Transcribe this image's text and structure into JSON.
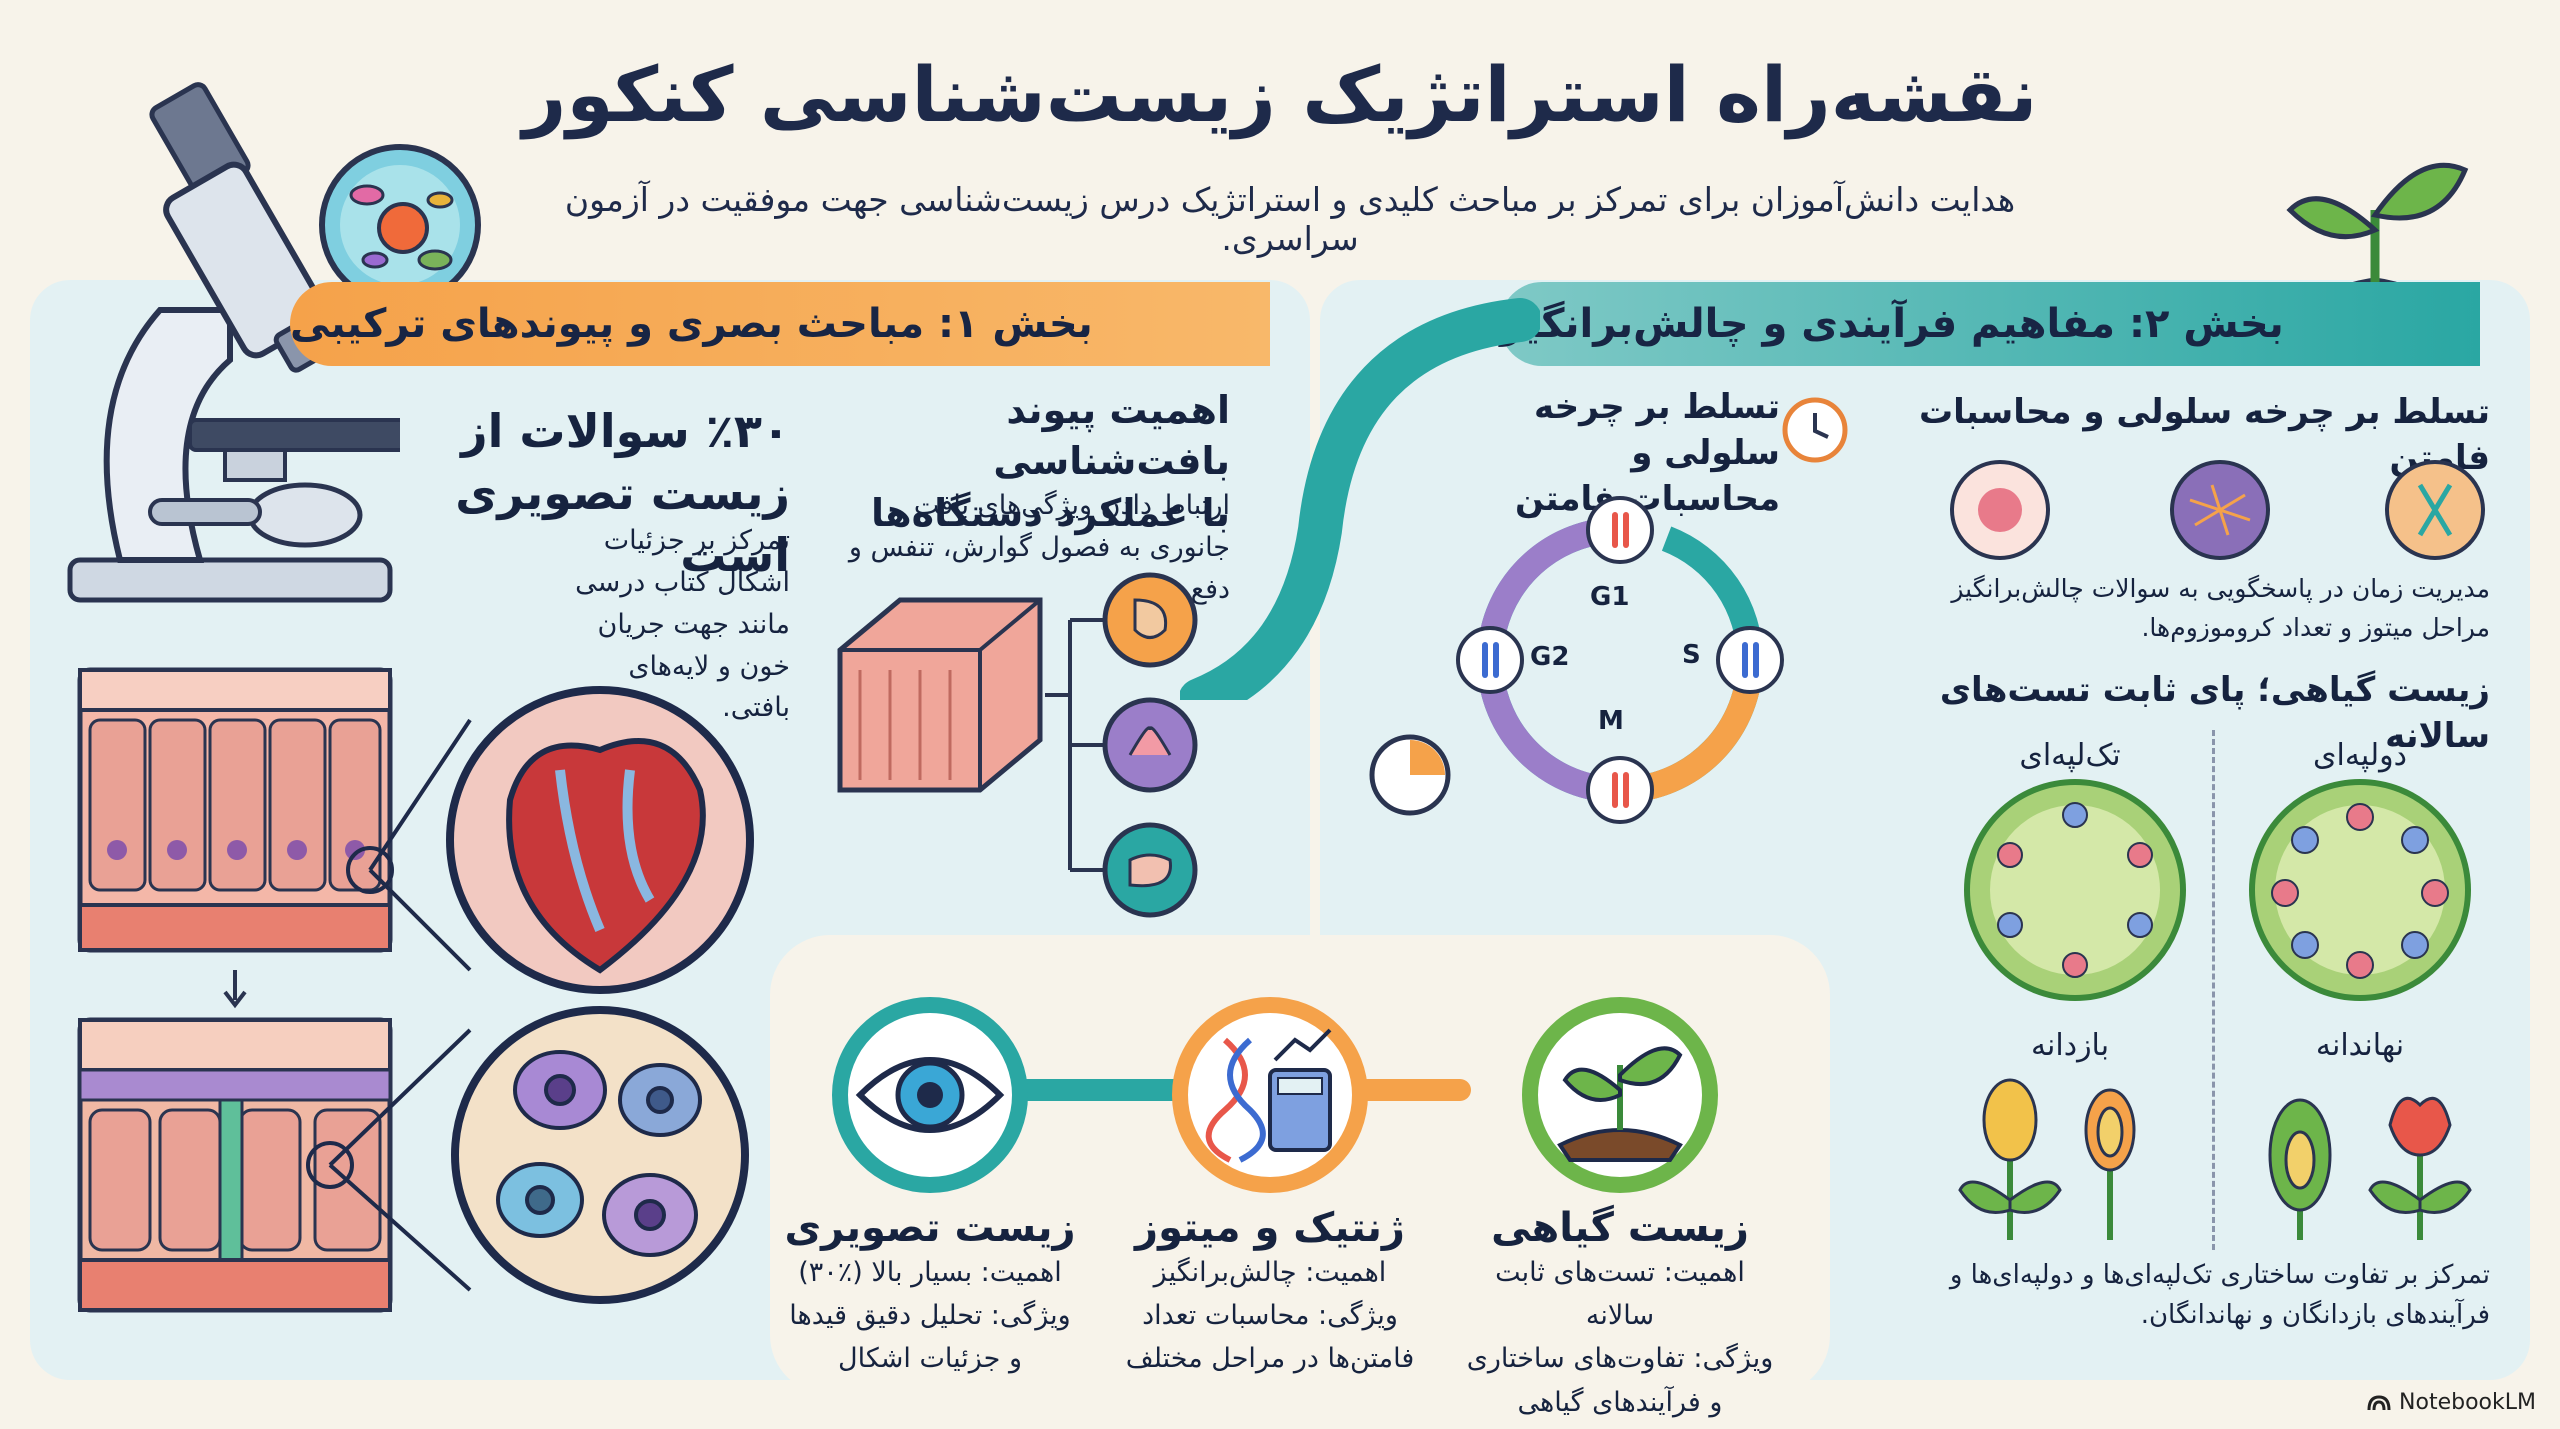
{
  "header": {
    "title": "نقشه‌راه استراتژیک زیست‌شناسی کنکور",
    "subtitle": "هدایت دانش‌آموزان برای تمرکز بر مباحث کلیدی و استراتژیک درس زیست‌شناسی جهت موفقیت در آزمون سراسری."
  },
  "section1": {
    "banner": "بخش ۱: مباحث بصری و پیوندهای ترکیبی",
    "stat_line1": "٪۳۰ سوالات از",
    "stat_line2": "زیست تصویری است",
    "stat_desc": "تمرکز بر جزئیات اشکال کتاب درسی مانند جهت جریان خون و لایه‌های بافتی.",
    "tissue_title_line1": "اهمیت پیوند بافت‌شناسی",
    "tissue_title_line2": "با عملکرد دستگاه‌ها",
    "tissue_desc": "ارتباط دادن ویژگی‌های بافت جانوری به فصول گوارش، تنفس و دفع مواد."
  },
  "section2": {
    "banner": "بخش ۲: مفاهیم فرآیندی و چالش‌برانگیز",
    "cycle_title_line1": "تسلط بر چرخه سلولی و",
    "cycle_title_line2": "محاسبات فامتن",
    "cycle_phases": {
      "g1": "G1",
      "s": "S",
      "g2": "G2",
      "m": "M"
    },
    "right_title": "تسلط بر چرخه سلولی و محاسبات فامتن",
    "right_desc": "مدیریت زمان در پاسخگویی به سوالات چالش‌برانگیز مراحل میتوز و تعداد کروموزوم‌ها.",
    "plant_title": "زیست گیاهی؛ پای ثابت تست‌های سالانه",
    "monocot": "تک‌لپه‌ای",
    "dicot": "دولپه‌ای",
    "angiosperm": "نهاندانه",
    "gymnosperm": "بازدانه",
    "plant_desc": "تمرکز بر تفاوت ساختاری تک‌لپه‌ای‌ها و دولپه‌ای‌ها و فرآیندهای بازدانگان و نهاندانگان."
  },
  "bottom": {
    "visual": {
      "title": "زیست تصویری",
      "importance": "اهمیت: بسیار بالا (٪۳۰)",
      "feature_line1": "ویژگی: تحلیل دقیق قیدها",
      "feature_line2": "و جزئیات اشکال"
    },
    "genetics": {
      "title": "ژنتیک و میتوز",
      "importance": "اهمیت: چالش‌برانگیز",
      "feature_line1": "ویژگی: محاسبات تعداد",
      "feature_line2": "فامتن‌ها در مراحل مختلف"
    },
    "plant": {
      "title": "زیست گیاهی",
      "importance": "اهمیت: تست‌های ثابت سالانه",
      "feature_line1": "ویژگی: تفاوت‌های ساختاری",
      "feature_line2": "و فرآیندهای گیاهی"
    }
  },
  "footer": {
    "brand": "NotebookLM"
  },
  "colors": {
    "orange": "#f5a24a",
    "teal": "#2aa7a3",
    "navy": "#1e2a4a",
    "panel": "#e3f1f3",
    "green": "#6db54a"
  }
}
